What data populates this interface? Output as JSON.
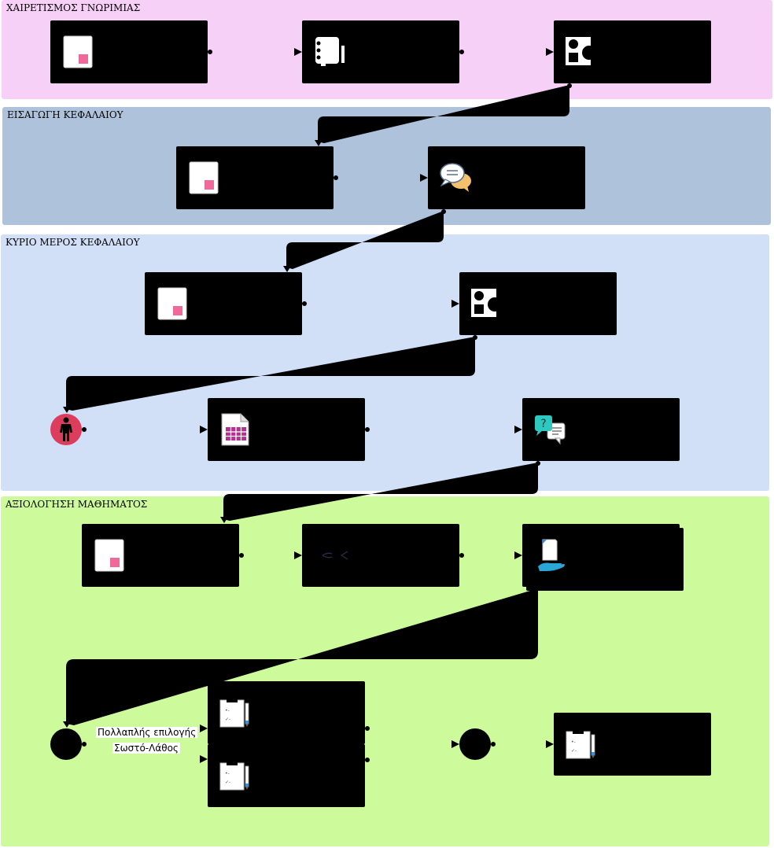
{
  "lanes": [
    {
      "title": "ΧΑΙΡΕΤΙΣΜΟΣ ΓΝΩΡΙΜΙΑΣ",
      "color": "#f6d0f7"
    },
    {
      "title": "ΕΙΣΑΓΩΓΗ ΚΕΦΑΛΑΙΟΥ",
      "color": "#aec3db"
    },
    {
      "title": "ΚΥΡΙΟ ΜΕΡΟΣ ΚΕΦΑΛΑΙΟΥ",
      "color": "#d1dff7"
    },
    {
      "title": "ΑΞΙΟΛΟΓΗΣΗ ΜΑΘΗΜΑΤΟΣ",
      "color": "#cdfb9c"
    }
  ],
  "branch_labels": {
    "multiple_choice": "Πολλαπλής επιλογής",
    "true_false": "Σωστό-Λάθος"
  },
  "icons": [
    "note-icon",
    "notebook-icon",
    "shapes-icon",
    "chat-bubbles-icon",
    "person-icon",
    "spreadsheet-icon",
    "question-chat-icon",
    "code-brackets-icon",
    "hand-document-icon",
    "clipboard-pencil-icon"
  ],
  "colors": {
    "person_circle": "#dd3d5c",
    "note_accent": "#f0699a",
    "chat_yellow": "#f3c06b",
    "question_teal": "#2dc8c0"
  }
}
